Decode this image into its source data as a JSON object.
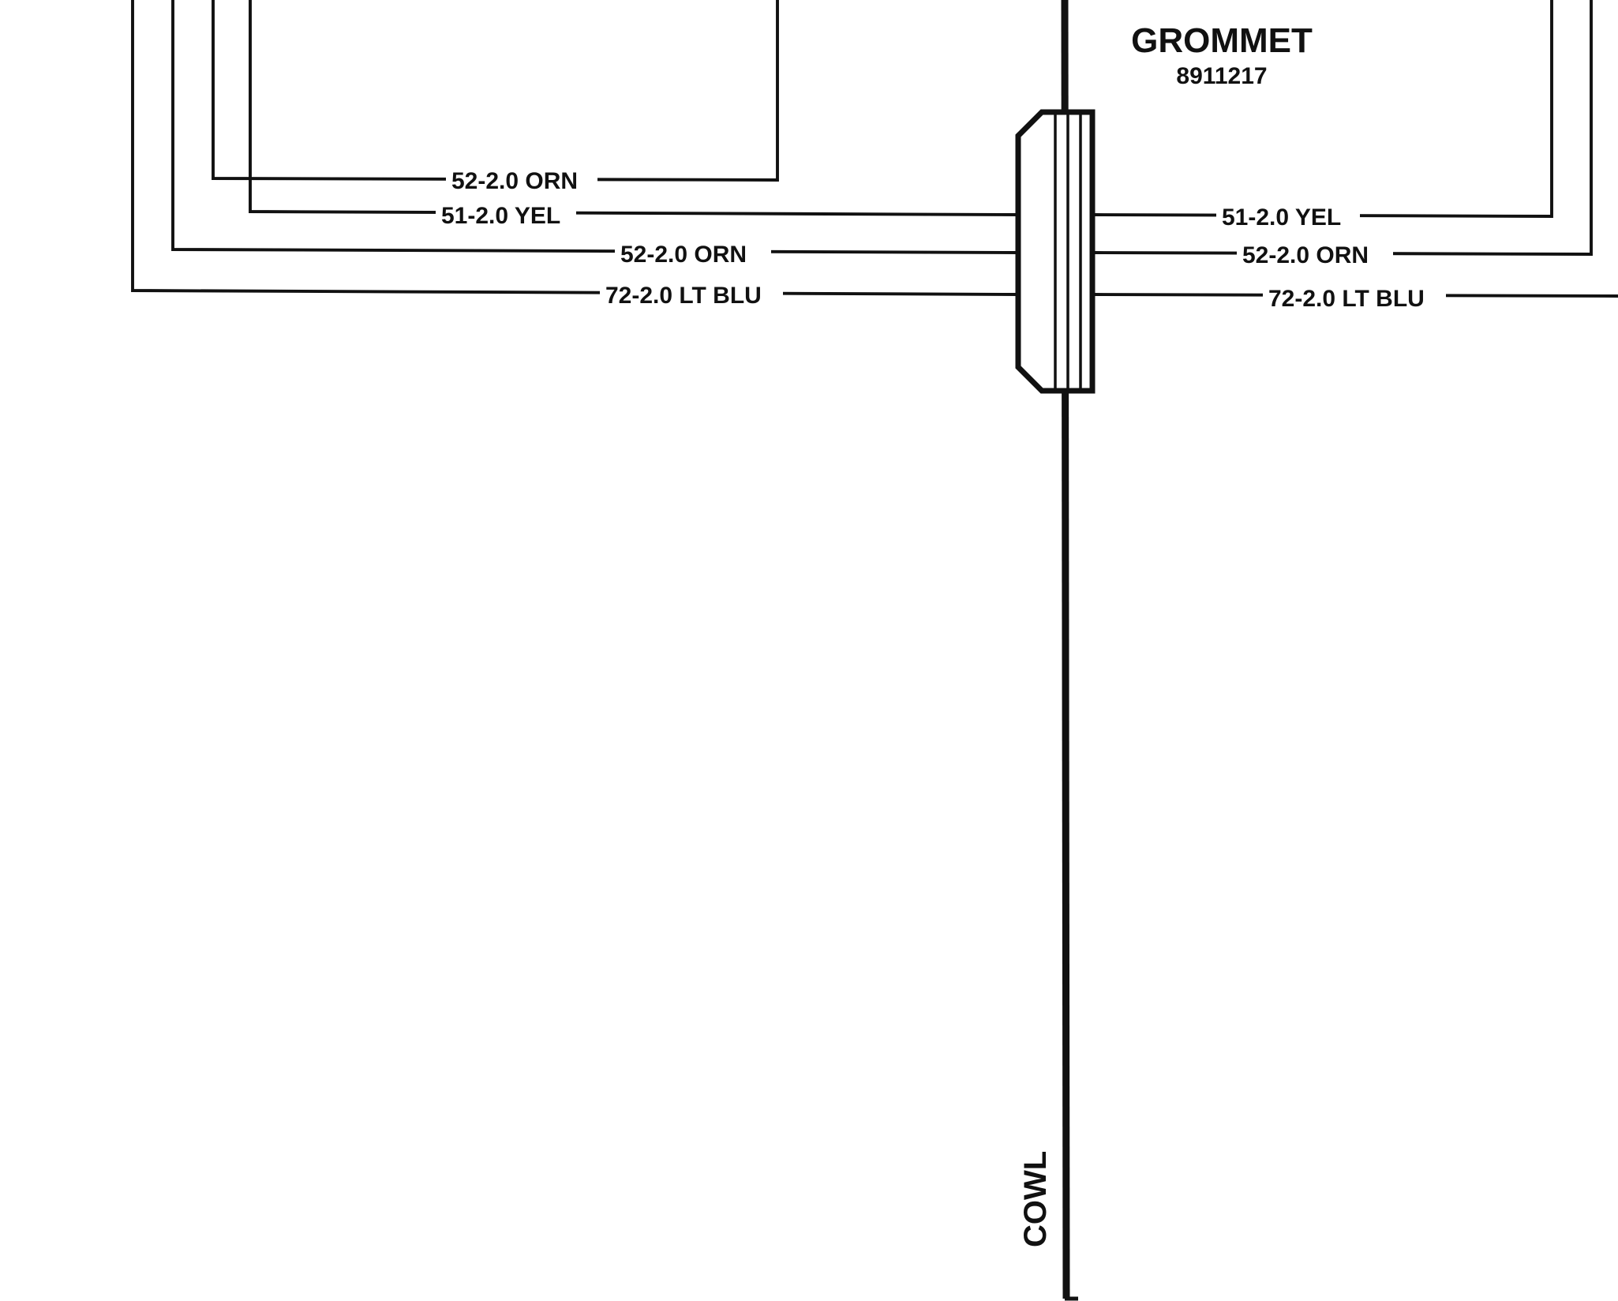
{
  "grommet": {
    "title": "GROMMET",
    "part_number": "8911217"
  },
  "panel": {
    "label": "COWL"
  },
  "wires_left": [
    {
      "label": "52-2.0 ORN"
    },
    {
      "label": "51-2.0 YEL"
    },
    {
      "label": "52-2.0 ORN"
    },
    {
      "label": "72-2.0 LT BLU"
    }
  ],
  "wires_right": [
    {
      "label": "51-2.0 YEL"
    },
    {
      "label": "52-2.0 ORN"
    },
    {
      "label": "72-2.0 LT BLU"
    }
  ]
}
